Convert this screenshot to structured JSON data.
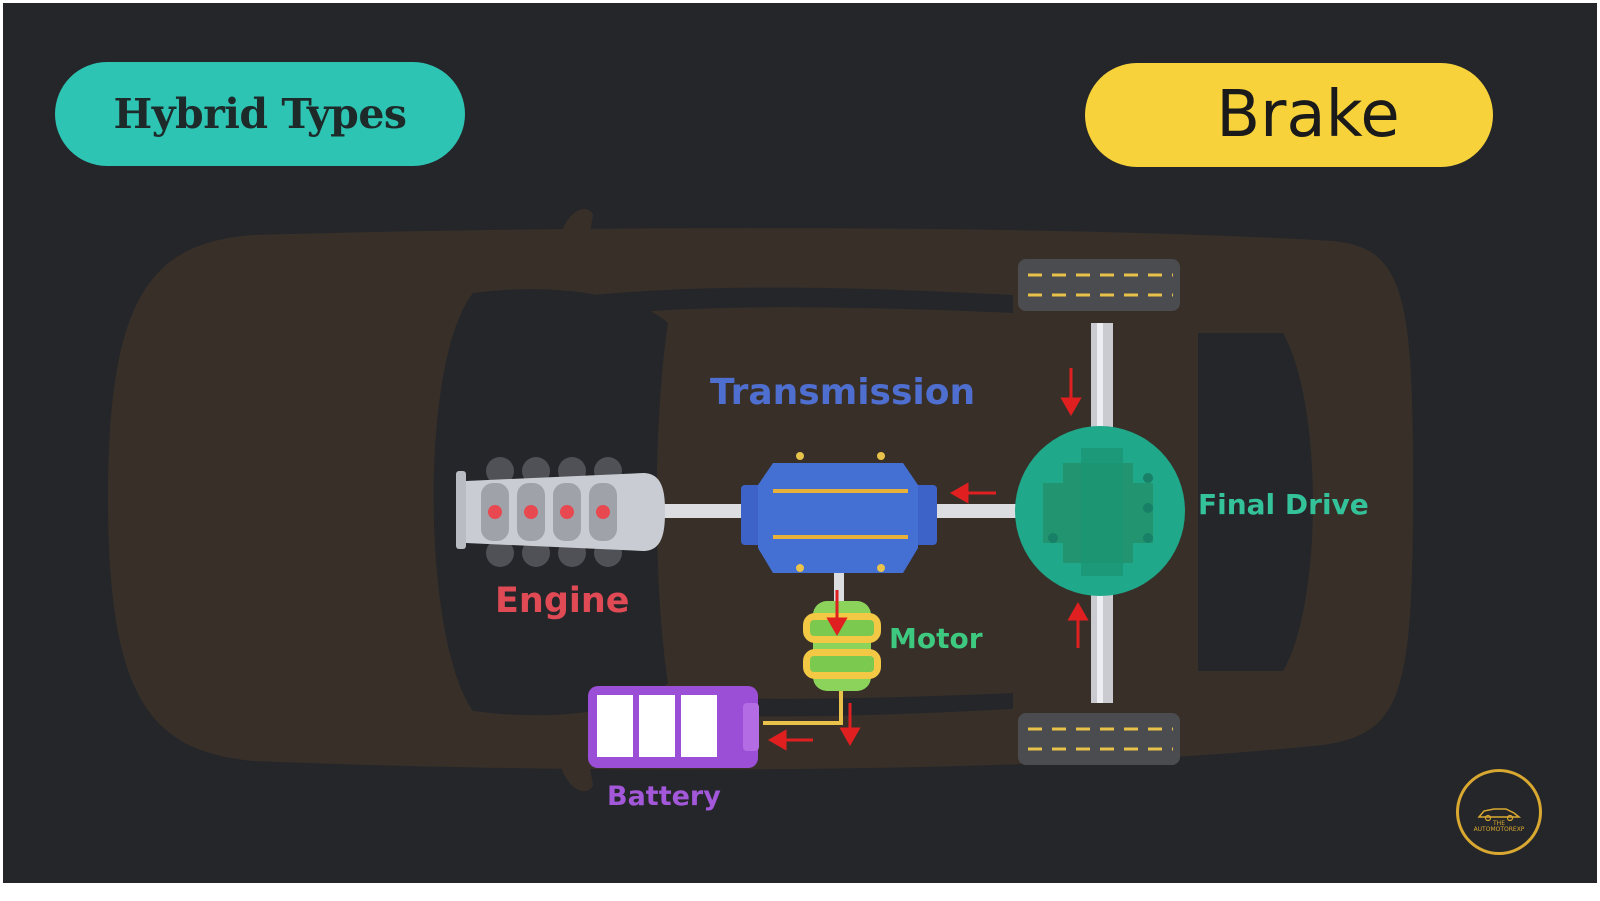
{
  "header": {
    "left_label": "Hybrid Types",
    "right_label": "Brake"
  },
  "labels": {
    "transmission": "Transmission",
    "engine": "Engine",
    "final_drive": "Final Drive",
    "motor": "Motor",
    "battery": "Battery"
  },
  "logo": {
    "line1": "THE",
    "line2": "AUTOMOTOREXP"
  },
  "colors": {
    "background": "#25262a",
    "teal_pill": "#2ec4b4",
    "yellow_pill": "#f7d23a",
    "arrow": "#e02020"
  }
}
